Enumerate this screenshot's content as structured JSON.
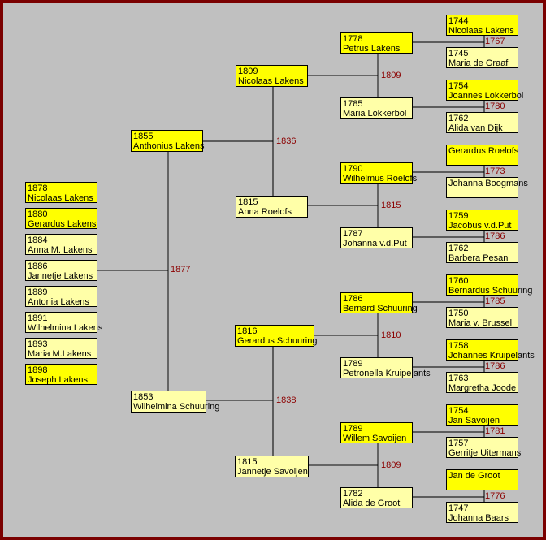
{
  "colors": {
    "male": "#ffff00",
    "female": "#ffffa8",
    "marriage_year": "#8b0000",
    "border": "#7a0000"
  },
  "children": [
    {
      "year": "1878",
      "name": "Nicolaas Lakens",
      "sex": "m"
    },
    {
      "year": "1880",
      "name": "Gerardus Lakens",
      "sex": "m"
    },
    {
      "year": "1884",
      "name": "Anna M. Lakens",
      "sex": "f"
    },
    {
      "year": "1886",
      "name": "Jannetje Lakens",
      "sex": "f"
    },
    {
      "year": "1889",
      "name": "Antonia Lakens",
      "sex": "f"
    },
    {
      "year": "1891",
      "name": "Wilhelmina Lakens",
      "sex": "f"
    },
    {
      "year": "1893",
      "name": "Maria M.Lakens",
      "sex": "f"
    },
    {
      "year": "1898",
      "name": "Joseph Lakens",
      "sex": "m"
    }
  ],
  "parents": [
    {
      "year": "1855",
      "name": "Anthonius Lakens",
      "sex": "m"
    },
    {
      "year": "1853",
      "name": "Wilhelmina Schuuring",
      "sex": "f"
    }
  ],
  "parents_marriage": "1877",
  "grandparents": [
    {
      "year": "1809",
      "name": "Nicolaas Lakens",
      "sex": "m"
    },
    {
      "year": "1815",
      "name": "Anna Roelofs",
      "sex": "f"
    },
    {
      "year": "1816",
      "name": "Gerardus Schuuring",
      "sex": "m"
    },
    {
      "year": "1815",
      "name": "Jannetje Savoijen",
      "sex": "f"
    }
  ],
  "grandparents_marriages": [
    "1836",
    "1838"
  ],
  "great_grandparents": [
    {
      "year": "1778",
      "name": "Petrus Lakens",
      "sex": "m"
    },
    {
      "year": "1785",
      "name": "Maria Lokkerbol",
      "sex": "f"
    },
    {
      "year": "1790",
      "name": "Wilhelmus Roelofs",
      "sex": "m"
    },
    {
      "year": "1787",
      "name": "Johanna v.d.Put",
      "sex": "f"
    },
    {
      "year": "1786",
      "name": "Bernard Schuuring",
      "sex": "m"
    },
    {
      "year": "1789",
      "name": "Petronella Kruipelants",
      "sex": "f"
    },
    {
      "year": "1789",
      "name": "Willem Savoijen",
      "sex": "m"
    },
    {
      "year": "1782",
      "name": "Alida de Groot",
      "sex": "f"
    }
  ],
  "great_grandparents_marriages": [
    "1809",
    "1815",
    "1810",
    "1809"
  ],
  "great2_grandparents": [
    {
      "year": "1744",
      "name": "Nicolaas Lakens",
      "sex": "m"
    },
    {
      "year": "1745",
      "name": "Maria de Graaf",
      "sex": "f"
    },
    {
      "year": "1754",
      "name": "Joannes Lokkerbol",
      "sex": "m"
    },
    {
      "year": "1762",
      "name": "Alida van Dijk",
      "sex": "f"
    },
    {
      "year": "",
      "name": "Gerardus Roelofs",
      "sex": "m"
    },
    {
      "year": "",
      "name": "Johanna Boogmans",
      "sex": "f"
    },
    {
      "year": "1759",
      "name": "Jacobus v.d.Put",
      "sex": "m"
    },
    {
      "year": "1762",
      "name": "Barbera Pesan",
      "sex": "f"
    },
    {
      "year": "1760",
      "name": "Bernardus Schuuring",
      "sex": "m"
    },
    {
      "year": "1750",
      "name": "Maria v. Brussel",
      "sex": "f"
    },
    {
      "year": "1758",
      "name": "Johannes Kruipelants",
      "sex": "m"
    },
    {
      "year": "1763",
      "name": "Margretha Joode",
      "sex": "f"
    },
    {
      "year": "1754",
      "name": "Jan Savoijen",
      "sex": "m"
    },
    {
      "year": "1757",
      "name": "Gerritje Uitermans",
      "sex": "f"
    },
    {
      "year": "",
      "name": "Jan de Groot",
      "sex": "m"
    },
    {
      "year": "1747",
      "name": "Johanna Baars",
      "sex": "f"
    }
  ],
  "great2_grandparents_marriages": [
    "1767",
    "1780",
    "1773",
    "1786",
    "1785",
    "1786",
    "1781",
    "1776"
  ]
}
